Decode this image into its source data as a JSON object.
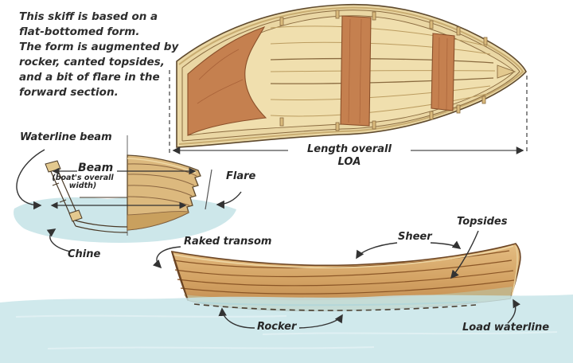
{
  "intro": {
    "lines": [
      "This skiff is based on a",
      "flat-bottomed form.",
      "The form is augmented by",
      "rocker, canted topsides,",
      "and a bit of flare in the",
      "forward section."
    ]
  },
  "plan_view": {
    "length_overall_label": "Length overall",
    "loa_label": "LOA"
  },
  "section_view": {
    "waterline_beam_label": "Waterline beam",
    "beam_label": "Beam",
    "beam_note_line1": "(boat's overall",
    "beam_note_line2": "width)",
    "flare_label": "Flare",
    "chine_label": "Chine"
  },
  "profile_view": {
    "raked_transom_label": "Raked transom",
    "sheer_label": "Sheer",
    "topsides_label": "Topsides",
    "rocker_label": "Rocker",
    "load_waterline_label": "Load waterline"
  },
  "colors": {
    "wood_light": "#ead7a4",
    "wood_floor": "#f0dfae",
    "wood_mid": "#dcb97e",
    "wood_dark": "#c08a4f",
    "mahogany": "#c5804f",
    "outline": "#5f4a2e",
    "water": "#cde7ea",
    "arrow": "#333333",
    "text": "#272727"
  }
}
